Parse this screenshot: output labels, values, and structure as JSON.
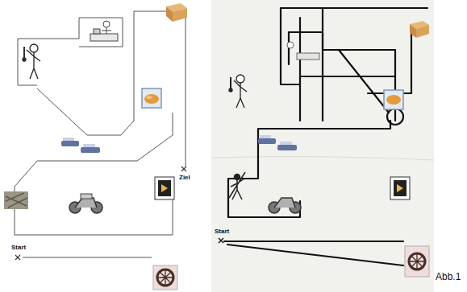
{
  "diagram": {
    "labels": [
      "Start",
      "Ziel",
      "Start",
      "Abb.1"
    ]
  }
}
